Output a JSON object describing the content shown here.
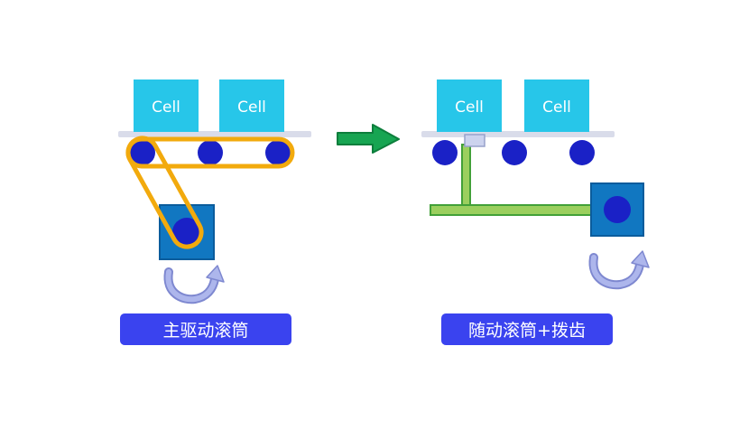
{
  "left_diagram": {
    "cells": [
      "Cell",
      "Cell"
    ],
    "caption": "主驱动滚筒"
  },
  "right_diagram": {
    "cells": [
      "Cell",
      "Cell"
    ],
    "caption": "随动滚筒+拨齿"
  },
  "colors": {
    "cell_box": "#27C6E9",
    "roller": "#1A21C6",
    "motor_box": "#1177C1",
    "motor_border": "#0B5C9C",
    "belt": "#F2AA0D",
    "rail": "#D9DCEA",
    "flow_arrow_fill": "#17A552",
    "flow_arrow_border": "#0D7E3C",
    "linkage_green_fill": "#9BCF5E",
    "linkage_green_border": "#42A038",
    "pawl_fill": "#CCD3EE",
    "pawl_border": "#98A2CC",
    "caption_bg": "#3A43EF",
    "rotation_arrow_fill": "#ADB6EC",
    "rotation_arrow_border": "#7E88D0"
  }
}
